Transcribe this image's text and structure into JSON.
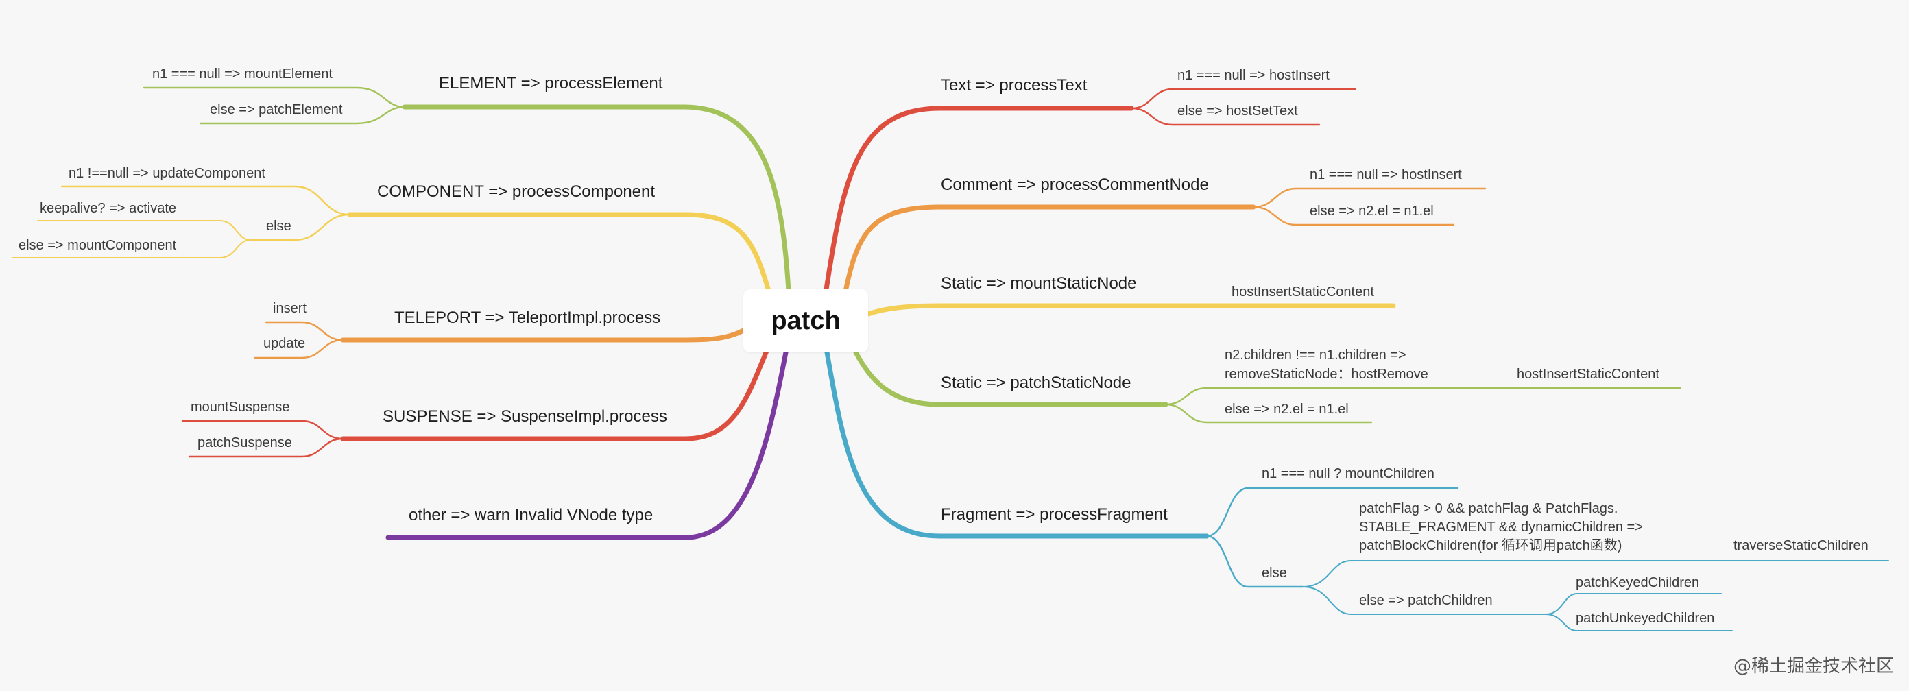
{
  "root": "patch",
  "colors": {
    "green": "#a3c35a",
    "yellow": "#f4cf55",
    "orange": "#ec9a46",
    "red": "#dd4e3f",
    "purple": "#7b3aa0",
    "teal": "#48a9c9"
  },
  "left": {
    "element": {
      "label": "ELEMENT => processElement",
      "c1": "n1 === null => mountElement",
      "c2": "else => patchElement"
    },
    "component": {
      "label": "COMPONENT => processComponent",
      "c1": "n1 !==null => updateComponent",
      "else": "else",
      "e1": "keepalive?   => activate",
      "e2": "else => mountComponent"
    },
    "teleport": {
      "label": "TELEPORT => TeleportImpl.process",
      "c1": "insert",
      "c2": "update"
    },
    "suspense": {
      "label": "SUSPENSE => SuspenseImpl.process",
      "c1": "mountSuspense",
      "c2": "patchSuspense"
    },
    "other": {
      "label": "other => warn Invalid VNode type"
    }
  },
  "right": {
    "text": {
      "label": "Text => processText",
      "c1": "n1 === null => hostInsert",
      "c2": "else => hostSetText"
    },
    "comment": {
      "label": "Comment => processCommentNode",
      "c1": "n1 === null => hostInsert",
      "c2": "else => n2.el = n1.el"
    },
    "mountStatic": {
      "label": "Static => mountStaticNode",
      "c1": "hostInsertStaticContent"
    },
    "patchStatic": {
      "label": "Static => patchStaticNode",
      "c1_line1": "n2.children !== n1.children =>",
      "c1_line2": "removeStaticNode：hostRemove",
      "c1_child": "hostInsertStaticContent",
      "c2": "else => n2.el = n1.el"
    },
    "fragment": {
      "label": "Fragment => processFragment",
      "c1": "n1 === null ? mountChildren",
      "else": "else",
      "e1_line1": "patchFlag > 0 && patchFlag & PatchFlags.",
      "e1_line2": "STABLE_FRAGMENT && dynamicChildren =>",
      "e1_line3": "patchBlockChildren(for 循环调用patch函数)",
      "e1_child": "traverseStaticChildren",
      "e2": "else => patchChildren",
      "e2_c1": "patchKeyedChildren",
      "e2_c2": "patchUnkeyedChildren"
    }
  },
  "watermark": "@稀土掘金技术社区"
}
